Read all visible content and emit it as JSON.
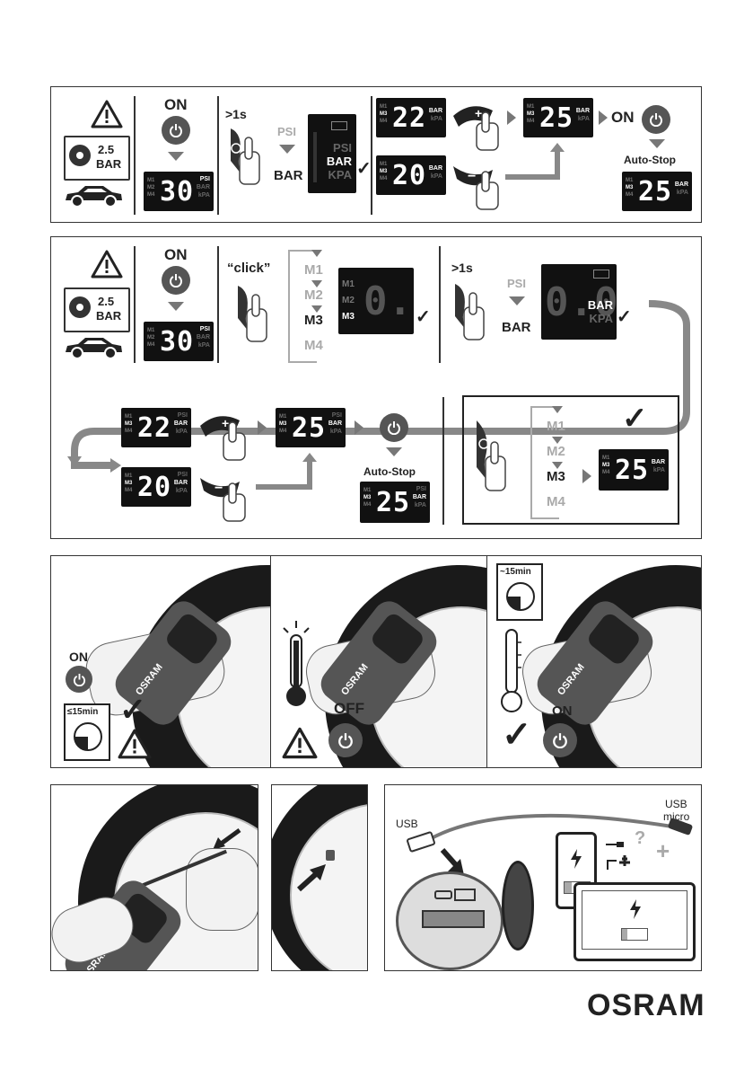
{
  "brand": {
    "logo": "OSRAM"
  },
  "common": {
    "on": "ON",
    "off": "OFF",
    "auto_stop": "Auto-Stop",
    "check": "✓",
    "press_long": ">1s",
    "click": "“click”",
    "psi": "PSI",
    "bar": "BAR",
    "kpa": "kPA",
    "kpa_upper": "KPA",
    "plus": "+",
    "minus": "−",
    "question": "?"
  },
  "book": {
    "value": "2.5",
    "unit": "BAR"
  },
  "lcd": {
    "d30": "30",
    "d22": "22",
    "d25": "25",
    "d20": "20",
    "d00": "0.0",
    "m1": "M1",
    "m2": "M2",
    "m3": "M3",
    "m4": "M4"
  },
  "memory_list": [
    "M1",
    "M2",
    "M3",
    "M4"
  ],
  "timers": {
    "le15": "≤15min",
    "approx15": "~15min"
  },
  "usb": {
    "usb": "USB",
    "usb_micro_1": "USB",
    "usb_micro_2": "micro"
  }
}
